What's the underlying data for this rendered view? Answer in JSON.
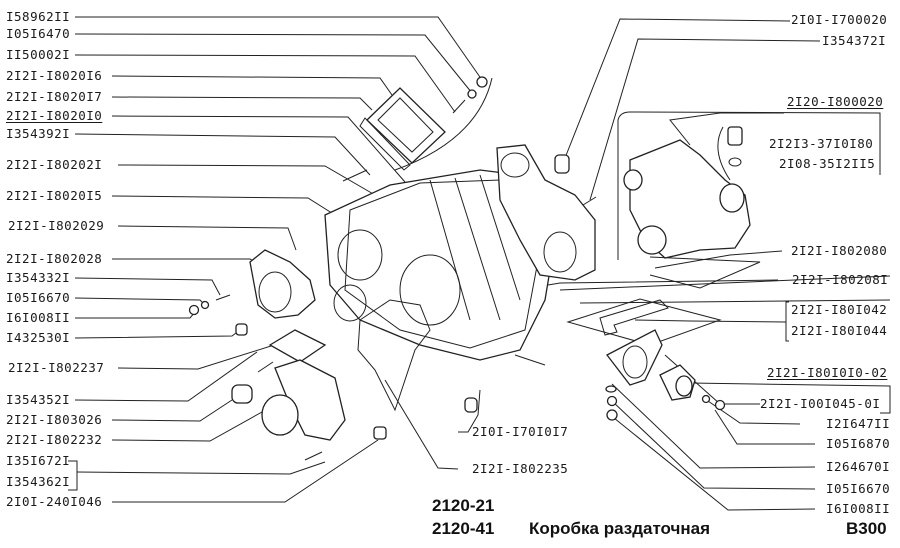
{
  "diagram": {
    "title_models": [
      "2120-21",
      "2120-41"
    ],
    "title_name": "Коробка раздаточная",
    "page_code": "B300",
    "left_labels": [
      {
        "text": "I58962II",
        "underline": false
      },
      {
        "text": "I05I6470",
        "underline": false
      },
      {
        "text": "II50002I",
        "underline": false
      },
      {
        "text": "2I2I-I8020I6",
        "underline": false
      },
      {
        "text": "2I2I-I8020I7",
        "underline": false
      },
      {
        "text": "2I2I-I8020I0",
        "underline": true
      },
      {
        "text": "I354392I",
        "underline": false
      },
      {
        "text": "2I2I-I80202I",
        "underline": false
      },
      {
        "text": "2I2I-I8020I5",
        "underline": false
      },
      {
        "text": "2I2I-I802029",
        "underline": false
      },
      {
        "text": "2I2I-I802028",
        "underline": false
      },
      {
        "text": "I354332I",
        "underline": false
      },
      {
        "text": "I05I6670",
        "underline": false
      },
      {
        "text": "I6I008II",
        "underline": false
      },
      {
        "text": "I432530I",
        "underline": false
      },
      {
        "text": "2I2I-I802237",
        "underline": false
      },
      {
        "text": "I354352I",
        "underline": false
      },
      {
        "text": "2I2I-I803026",
        "underline": false
      },
      {
        "text": "2I2I-I802232",
        "underline": false
      },
      {
        "text": "I35I672I",
        "underline": false
      },
      {
        "text": "I354362I",
        "underline": false
      },
      {
        "text": "2I0I-240I046",
        "underline": false
      }
    ],
    "right_labels": [
      {
        "text": "2I0I-I700020",
        "underline": false
      },
      {
        "text": "I354372I",
        "underline": false
      },
      {
        "text": "2I20-I800020",
        "underline": true
      },
      {
        "text": "2I2I3-37I0I80",
        "underline": false
      },
      {
        "text": "2I08-35I2II5",
        "underline": false
      },
      {
        "text": "2I2I-I802080",
        "underline": false
      },
      {
        "text": "2I2I-I80208I",
        "underline": false
      },
      {
        "text": "2I2I-I80I042",
        "underline": false
      },
      {
        "text": "2I2I-I80I044",
        "underline": false
      },
      {
        "text": "2I2I-I80I0I0-02",
        "underline": true
      },
      {
        "text": "2I2I-I00I045-0I",
        "underline": false
      },
      {
        "text": "I2I647II",
        "underline": false
      },
      {
        "text": "I05I6870",
        "underline": false
      },
      {
        "text": "I264670I",
        "underline": false
      },
      {
        "text": "I05I6670",
        "underline": false
      },
      {
        "text": "I6I008II",
        "underline": false
      }
    ],
    "center_labels": [
      {
        "text": "2I0I-I70I0I7"
      },
      {
        "text": "2I2I-I802235"
      }
    ]
  }
}
